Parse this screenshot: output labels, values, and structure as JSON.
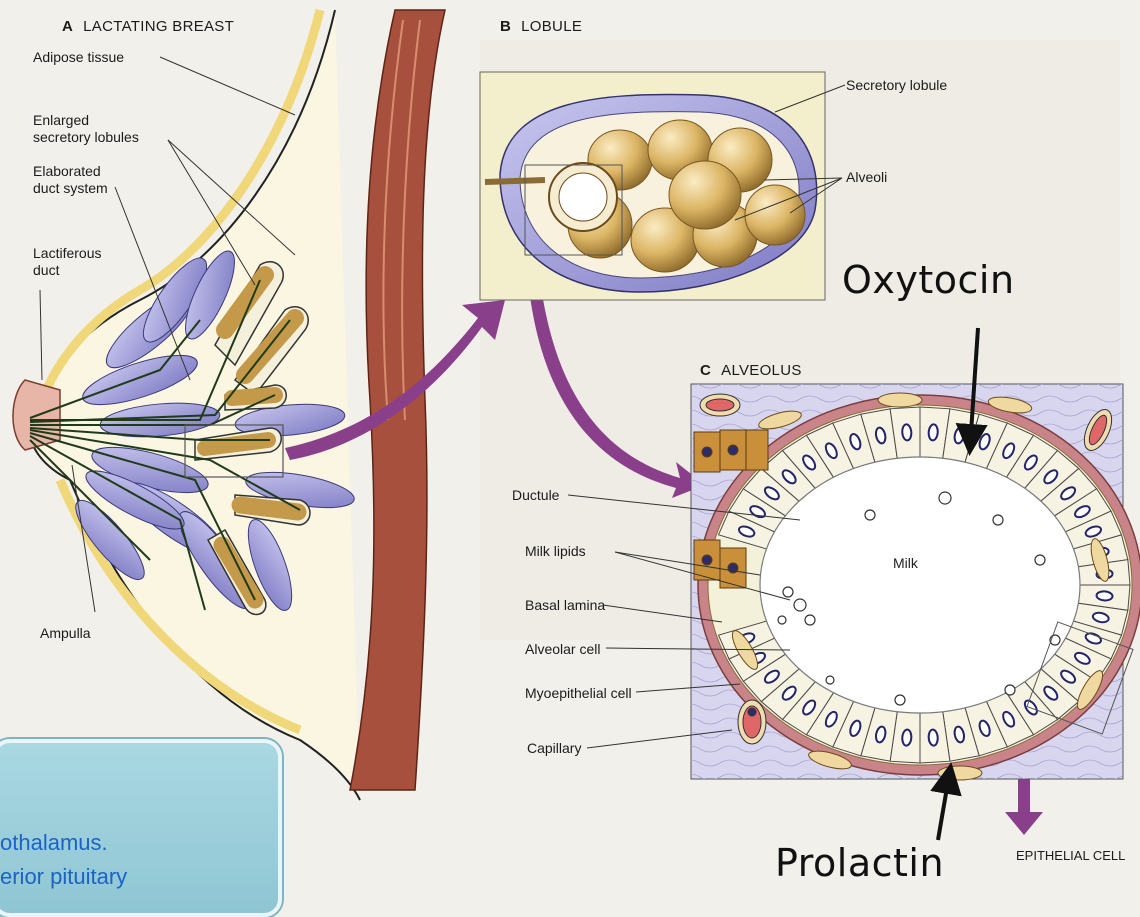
{
  "panels": {
    "a": {
      "letter": "A",
      "title": "LACTATING BREAST"
    },
    "b": {
      "letter": "B",
      "title": "LOBULE"
    },
    "c": {
      "letter": "C",
      "title": "ALVEOLUS"
    }
  },
  "labels": {
    "adipose_tissue": "Adipose tissue",
    "enlarged_1": "Enlarged",
    "enlarged_2": "secretory lobules",
    "elaborated_1": "Elaborated",
    "elaborated_2": "duct system",
    "lactiferous_1": "Lactiferous",
    "lactiferous_2": "duct",
    "ampulla": "Ampulla",
    "secretory_lobule": "Secretory lobule",
    "alveoli": "Alveoli",
    "ductule": "Ductule",
    "milk_lipids": "Milk lipids",
    "basal_lamina": "Basal lamina",
    "alveolar_cell": "Alveolar cell",
    "myoepithelial_cell": "Myoepithelial cell",
    "capillary": "Capillary",
    "milk": "Milk",
    "epithelial_cell": "EPITHELIAL CELL"
  },
  "annotations": {
    "oxytocin": "Oxytocin",
    "prolactin": "Prolactin"
  },
  "callout": {
    "line1": "othalamus.",
    "line2": "erior pituitary"
  },
  "colors": {
    "lobule_purple": "#9e9cd6",
    "alveolus_tan": "#d9b46a",
    "arrow_purple": "#8a3f8a",
    "background_blue": "#d7d6ee",
    "callout_blue": "#9bcfdb",
    "callout_text": "#1b63c6"
  }
}
